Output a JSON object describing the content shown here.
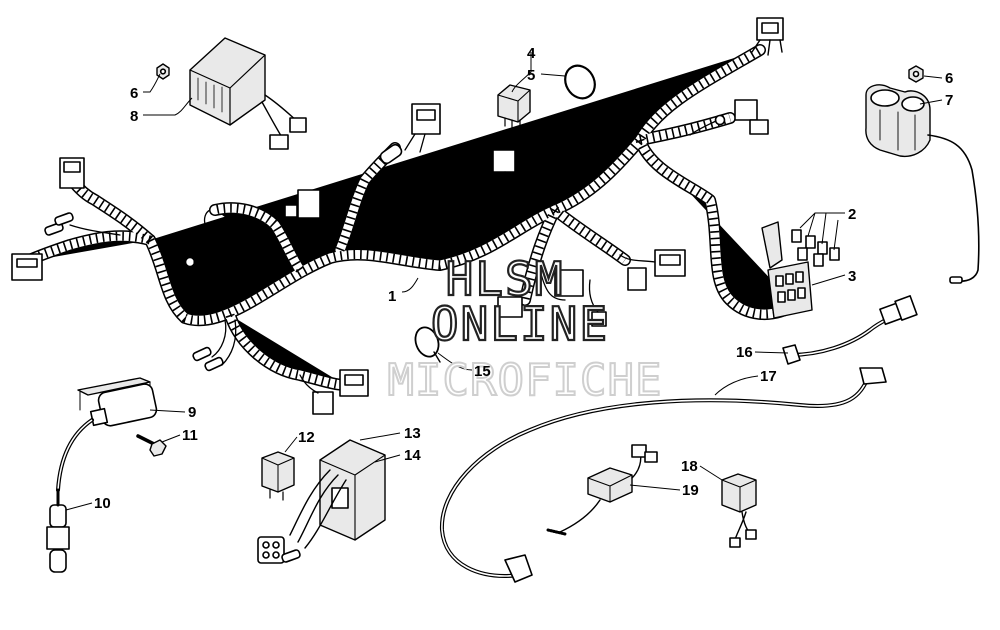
{
  "watermark": {
    "line1": "HLSM",
    "line2": "ONLINE",
    "line3": "MICROFICHE"
  },
  "callouts": [
    {
      "id": "c1",
      "label": "1"
    },
    {
      "id": "c2",
      "label": "2"
    },
    {
      "id": "c3",
      "label": "3"
    },
    {
      "id": "c4",
      "label": "4"
    },
    {
      "id": "c5",
      "label": "5"
    },
    {
      "id": "c6a",
      "label": "6"
    },
    {
      "id": "c6b",
      "label": "6"
    },
    {
      "id": "c7",
      "label": "7"
    },
    {
      "id": "c8",
      "label": "8"
    },
    {
      "id": "c9",
      "label": "9"
    },
    {
      "id": "c10",
      "label": "10"
    },
    {
      "id": "c11",
      "label": "11"
    },
    {
      "id": "c12",
      "label": "12"
    },
    {
      "id": "c13",
      "label": "13"
    },
    {
      "id": "c14",
      "label": "14"
    },
    {
      "id": "c15",
      "label": "15"
    },
    {
      "id": "c16",
      "label": "16"
    },
    {
      "id": "c17",
      "label": "17"
    },
    {
      "id": "c18",
      "label": "18"
    },
    {
      "id": "c19",
      "label": "19"
    }
  ]
}
